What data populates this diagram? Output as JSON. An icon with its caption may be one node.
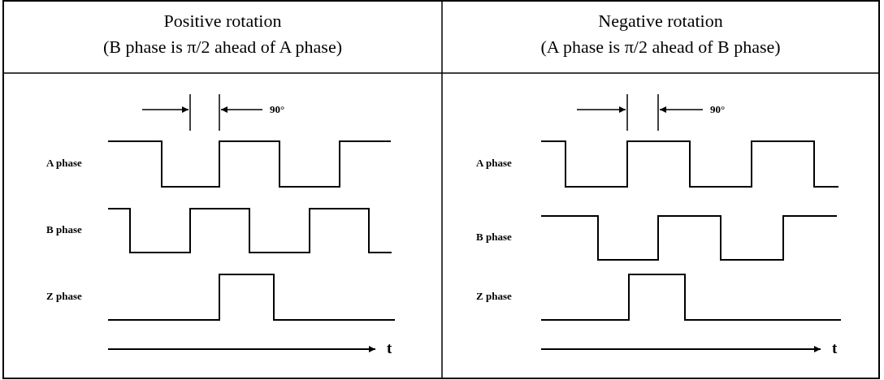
{
  "diagram": {
    "labels": [
      "Positive rotation",
      "(B phase is π/2 ahead of A phase)",
      "Negative rotation",
      "(A phase is π/2 ahead of B phase)",
      "90°",
      "A phase",
      "B phase",
      "Z phase",
      "t",
      "90°",
      "A phase",
      "B phase",
      "Z phase",
      "t"
    ]
  }
}
